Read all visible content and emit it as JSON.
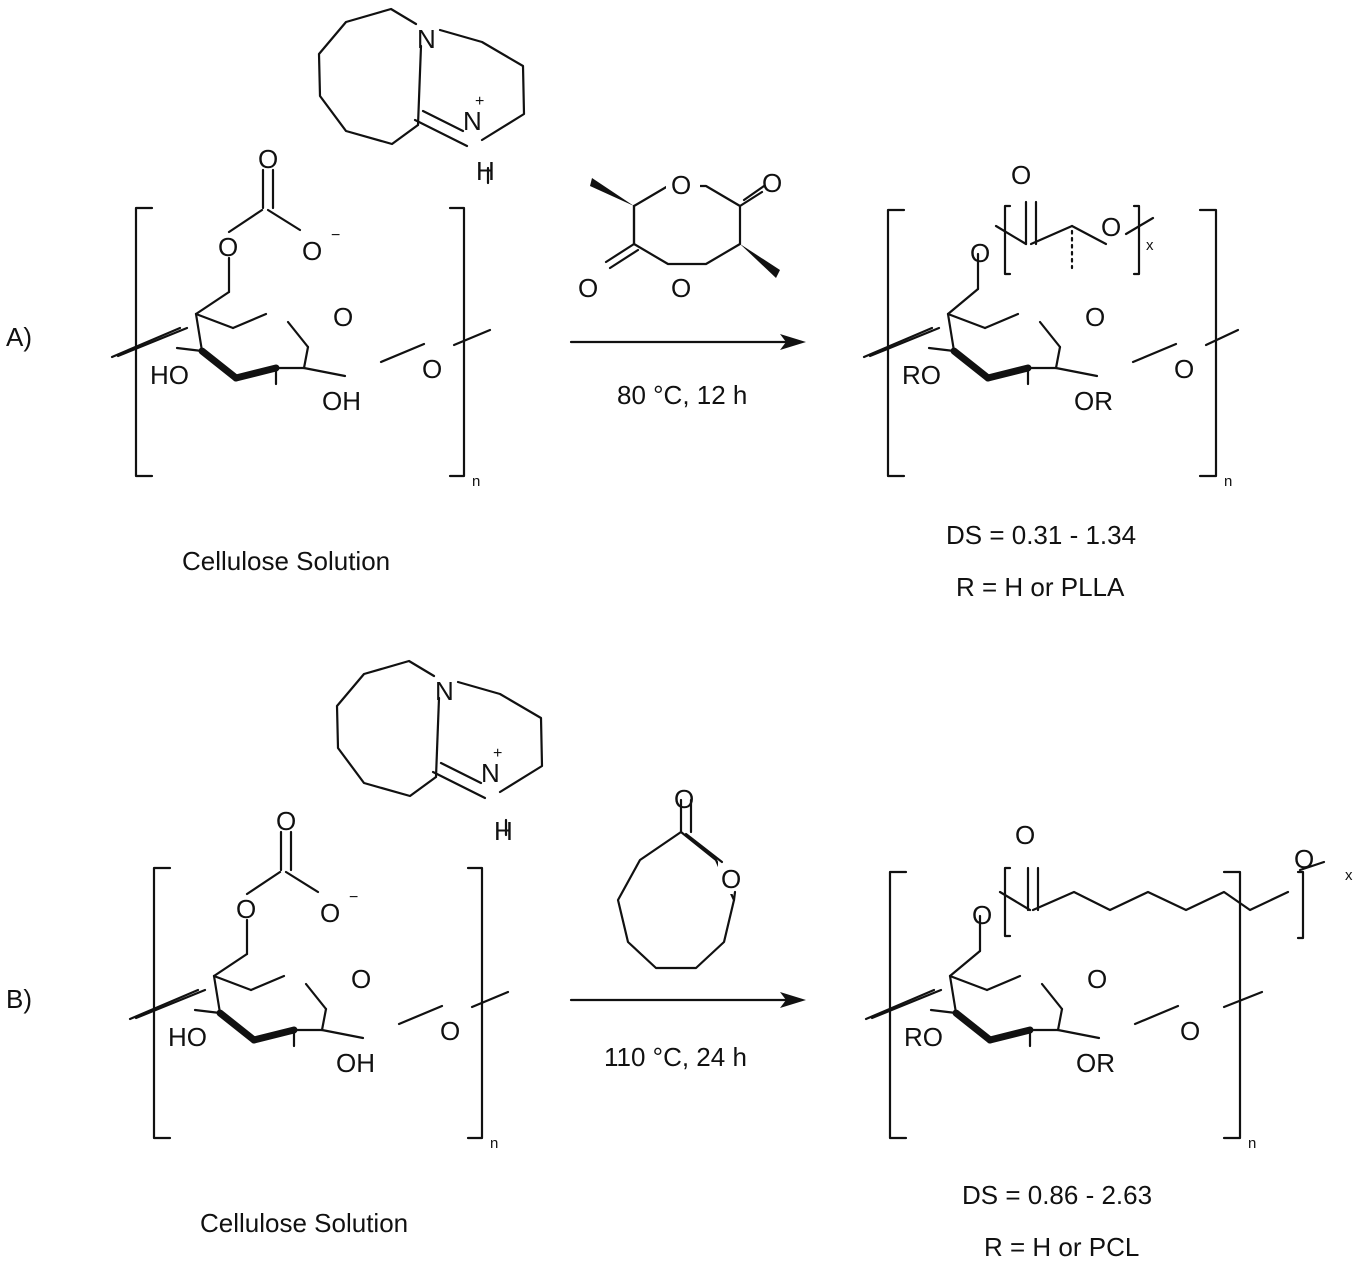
{
  "atoms": {
    "N": "N",
    "H": "H",
    "O": "O",
    "HO": "HO",
    "OH": "OH",
    "RO": "RO",
    "OR": "OR",
    "plus": "+",
    "minus": "−",
    "n": "n",
    "x": "x"
  },
  "schemeA": {
    "label": "A)",
    "conditions": "80 °C, 12 h",
    "caption": "Cellulose Solution",
    "ds": "DS = 0.31 - 1.34",
    "r": "R = H or PLLA"
  },
  "schemeB": {
    "label": "B)",
    "conditions": "110 °C, 24 h",
    "caption": "Cellulose Solution",
    "ds": "DS = 0.86 - 2.63",
    "r": "R = H or PCL"
  }
}
